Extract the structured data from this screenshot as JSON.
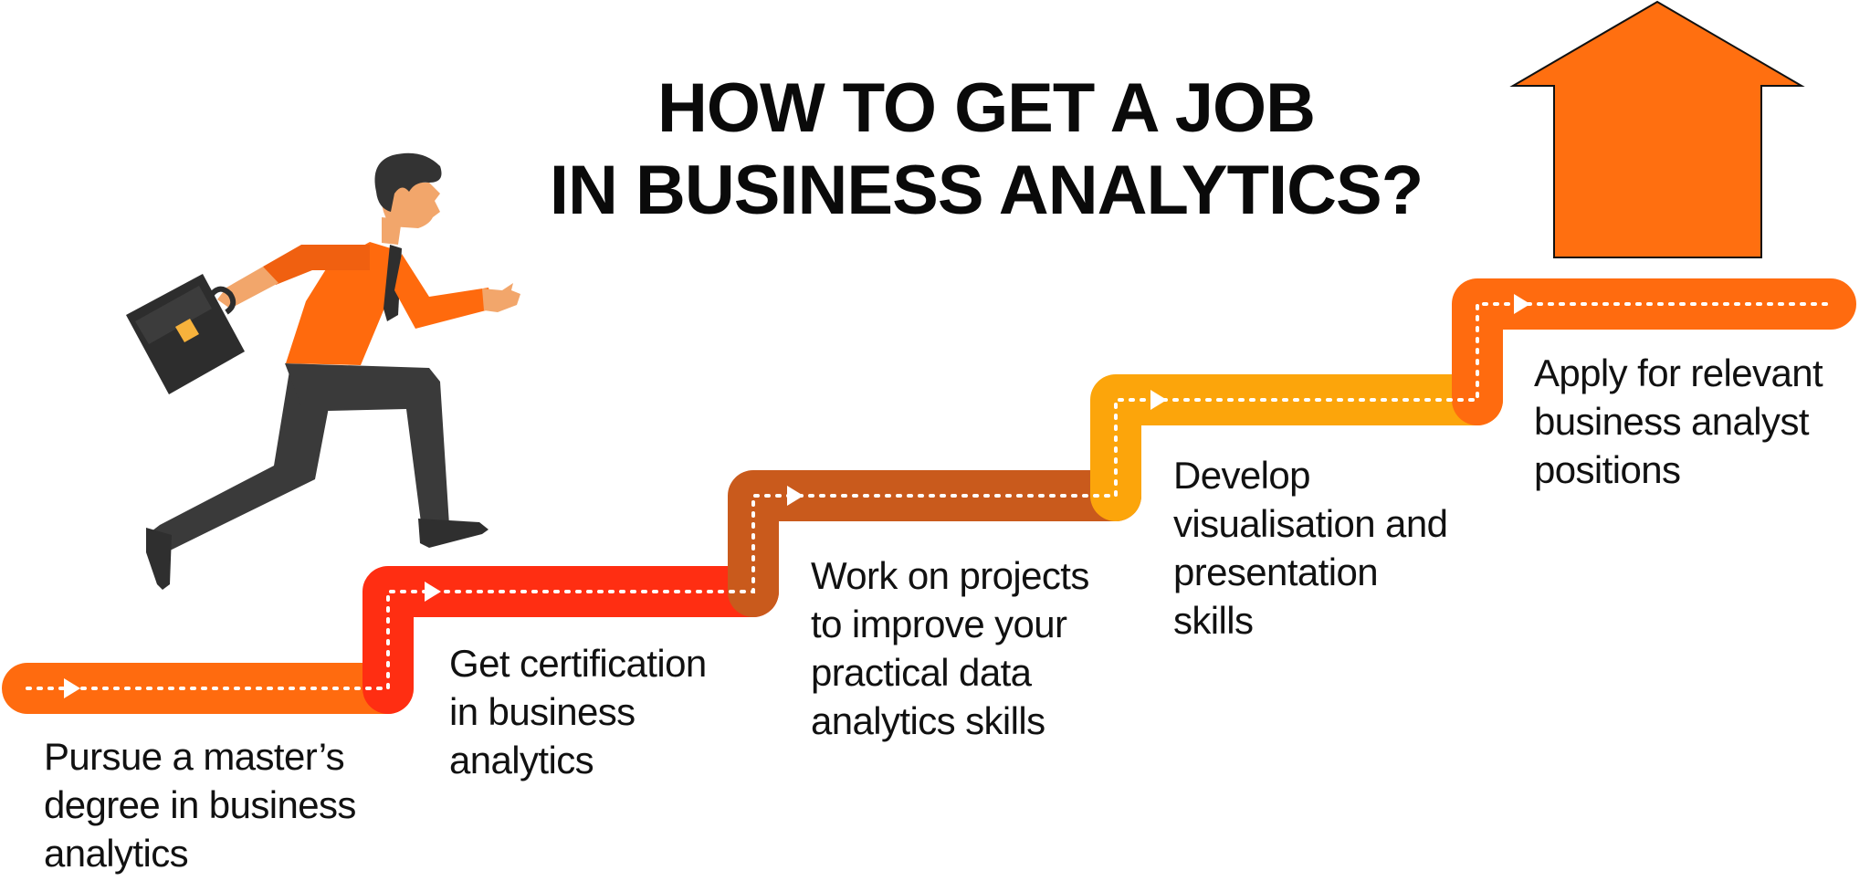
{
  "title": {
    "line1": "HOW TO GET A JOB",
    "line2": "IN BUSINESS ANALYTICS?"
  },
  "steps": [
    {
      "lines": [
        "Pursue a master’s",
        "degree in business",
        "analytics"
      ],
      "color": "#FF6B0F"
    },
    {
      "lines": [
        "Get certification",
        "in business",
        "analytics"
      ],
      "color": "#FF2E12"
    },
    {
      "lines": [
        "Work on projects",
        "to improve your",
        "practical data",
        "analytics skills"
      ],
      "color": "#C95A1C"
    },
    {
      "lines": [
        "Develop",
        "visualisation and",
        "presentation",
        "skills"
      ],
      "color": "#FCA50B"
    },
    {
      "lines": [
        "Apply for relevant",
        "business analyst",
        "positions"
      ],
      "color": "#FF6B0F"
    }
  ],
  "colors": {
    "arrow": "#FF6F10",
    "shirt": "#FF6A0D",
    "pants": "#3A3A3A",
    "skin": "#F2A66B",
    "hair": "#333333",
    "briefcase": "#2D2D2D",
    "clasp": "#F6B23C"
  },
  "icons": [
    "businessman-illustration",
    "briefcase-icon",
    "up-arrow-icon",
    "play-arrow-icon"
  ]
}
